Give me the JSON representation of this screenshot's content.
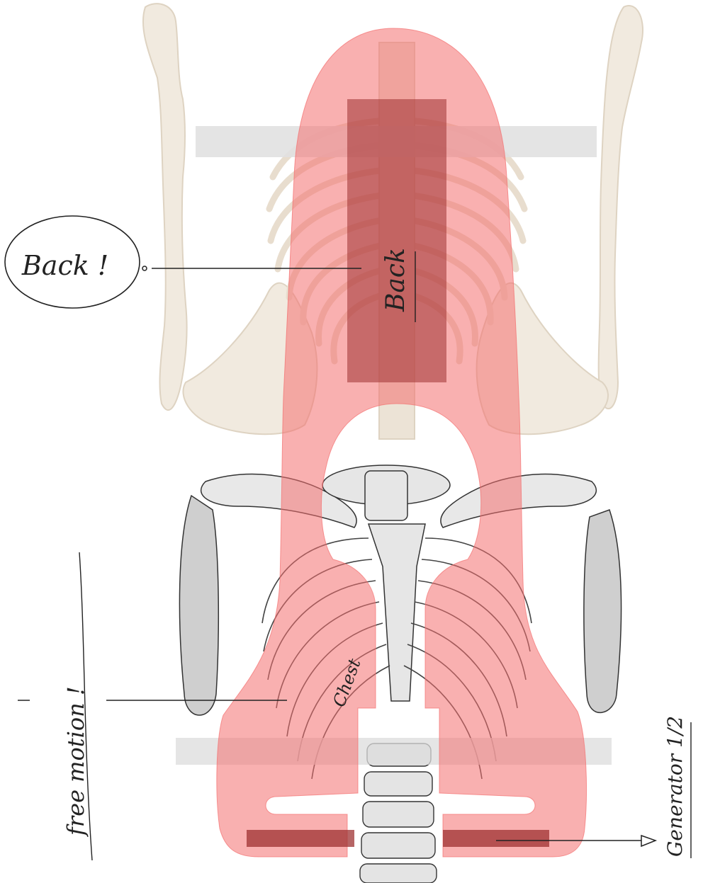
{
  "labels": {
    "back_bubble": "Back !",
    "back_overlay": "Back",
    "chest_overlay": "Chest",
    "side_left": "free motion !",
    "side_right": "Generator 1/2"
  },
  "colors": {
    "paper": "#ffffff",
    "pad": "#f46f6f",
    "pad_dark": "#9e3131",
    "bone_upper": "#efe7da",
    "bone_upper_stroke": "#d9ccb8",
    "bone_lower": "#dcdcdc",
    "ink": "#222222"
  }
}
